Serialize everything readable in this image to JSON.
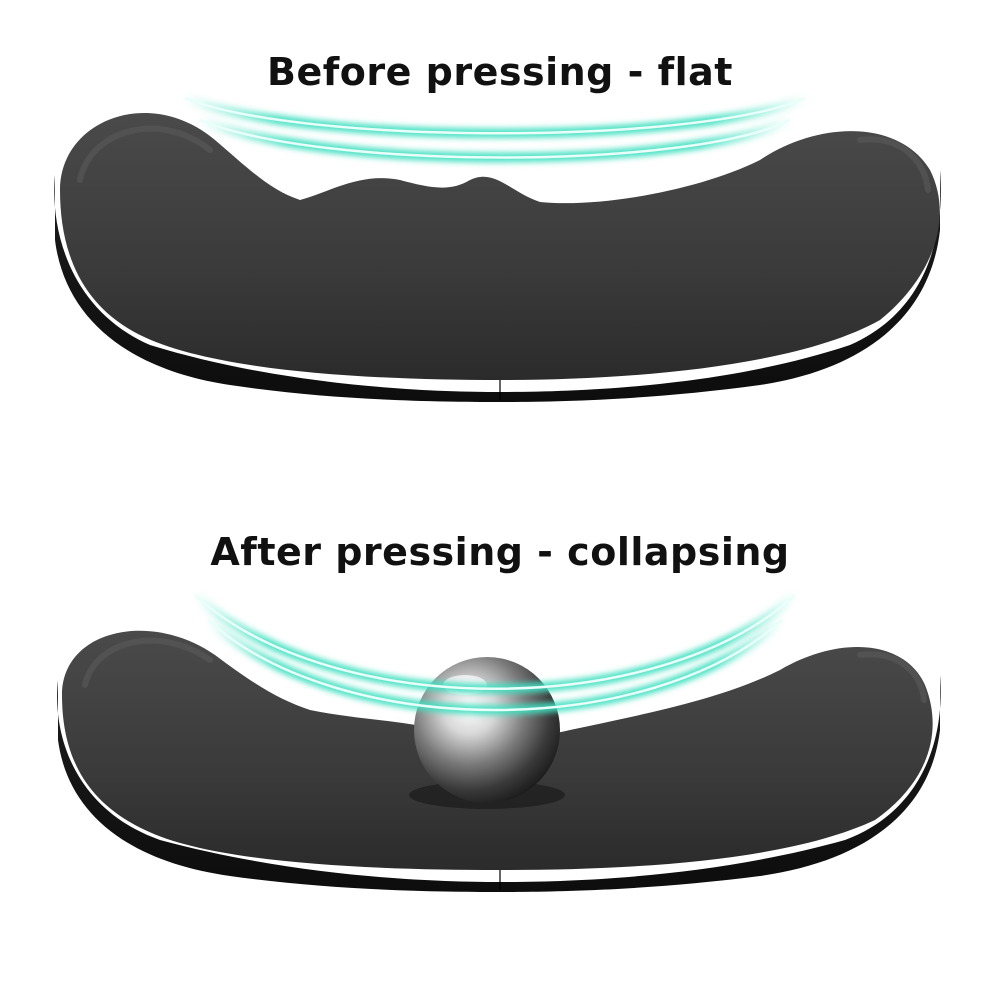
{
  "captions": {
    "before": "Before pressing - flat",
    "after": "After pressing - collapsing"
  },
  "colors": {
    "background": "#ffffff",
    "cushion_top": "#3a3a3a",
    "cushion_side": "#151515",
    "glow": "#3fe0c0"
  },
  "panels": [
    {
      "state": "before",
      "pressed": false
    },
    {
      "state": "after",
      "pressed": true
    }
  ]
}
